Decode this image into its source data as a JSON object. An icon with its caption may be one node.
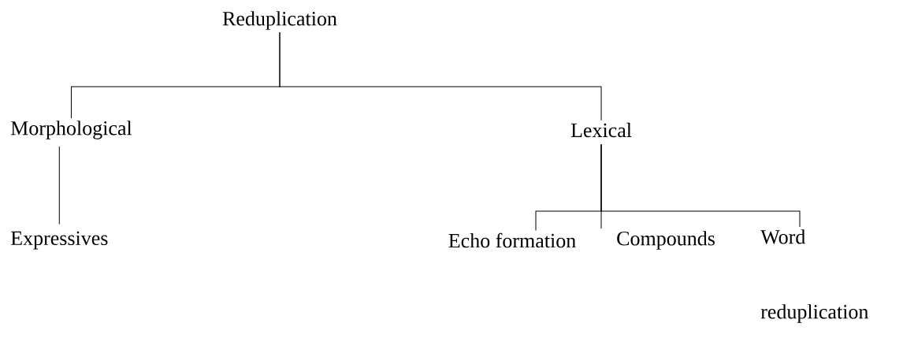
{
  "diagram": {
    "nodes": [
      {
        "text": [
          "Reduplication"
        ]
      },
      {
        "text": [
          "Morphological"
        ]
      },
      {
        "text": [
          "Lexical"
        ]
      },
      {
        "text": [
          "Expressives"
        ]
      },
      {
        "text": [
          "Echo formation"
        ]
      },
      {
        "text": [
          "Compounds"
        ]
      },
      {
        "text": [
          "Word reduplication"
        ]
      }
    ],
    "edges": [
      {
        "from": 0,
        "to": 1,
        "arrow": "none"
      },
      {
        "from": 0,
        "to": 2,
        "arrow": "none"
      },
      {
        "from": 1,
        "to": 3,
        "arrow": "none"
      },
      {
        "from": 2,
        "to": 4,
        "arrow": "none"
      },
      {
        "from": 2,
        "to": 5,
        "arrow": "none"
      },
      {
        "from": 2,
        "to": 6,
        "arrow": "none"
      }
    ]
  }
}
